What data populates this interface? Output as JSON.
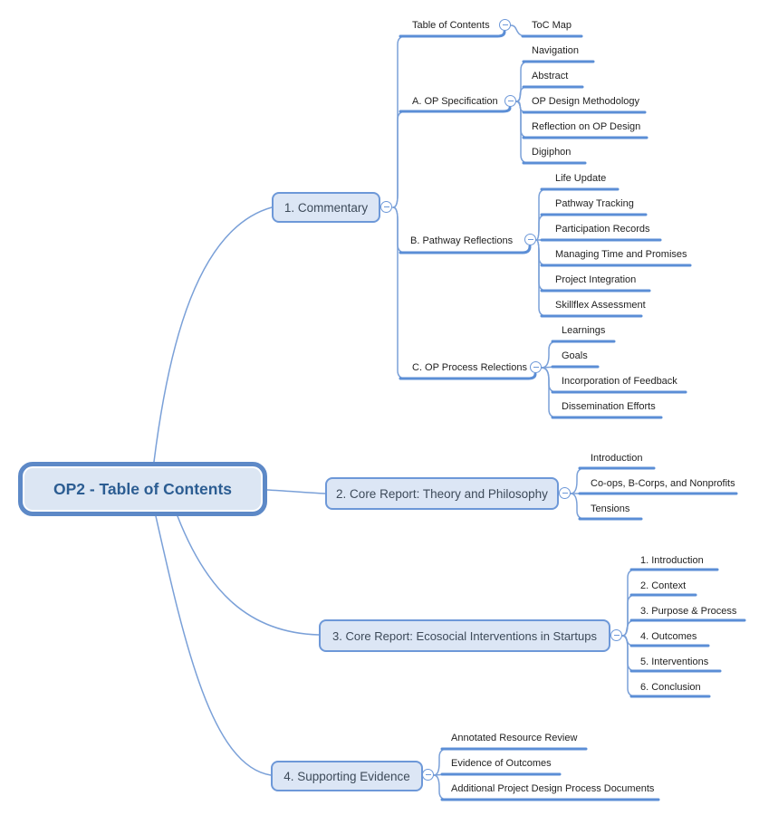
{
  "colors": {
    "branch_line": "#6d98d8",
    "underline": "#5b8ed6",
    "root_border": "#5d89c7",
    "root_fill": "#dce6f3",
    "topic_fill": "#dce6f5",
    "topic_border": "#6d98d8",
    "root_text": "#2c5d92",
    "topic_text": "#3d4a59",
    "label_text": "#1f1f1f"
  },
  "icons": {
    "collapse": "minus-circle"
  },
  "mindmap": {
    "root": {
      "label": "OP2 - Table of Contents"
    },
    "topics": [
      {
        "label": "1. Commentary",
        "children": [
          {
            "label": "Table of Contents",
            "children": [
              {
                "label": "ToC Map"
              }
            ]
          },
          {
            "label": "A. OP Specification",
            "children": [
              {
                "label": "Navigation"
              },
              {
                "label": "Abstract"
              },
              {
                "label": "OP Design Methodology"
              },
              {
                "label": "Reflection on OP Design"
              },
              {
                "label": "Digiphon"
              }
            ]
          },
          {
            "label": "B. Pathway Reflections",
            "children": [
              {
                "label": "Life Update"
              },
              {
                "label": "Pathway Tracking"
              },
              {
                "label": "Participation Records"
              },
              {
                "label": "Managing Time and Promises"
              },
              {
                "label": "Project Integration"
              },
              {
                "label": "Skillflex Assessment"
              }
            ]
          },
          {
            "label": "C. OP Process Relections",
            "children": [
              {
                "label": "Learnings"
              },
              {
                "label": "Goals"
              },
              {
                "label": "Incorporation of Feedback"
              },
              {
                "label": "Dissemination Efforts"
              }
            ]
          }
        ]
      },
      {
        "label": "2. Core Report: Theory and Philosophy",
        "children": [
          {
            "label": "Introduction"
          },
          {
            "label": "Co-ops, B-Corps, and Nonprofits"
          },
          {
            "label": "Tensions"
          }
        ]
      },
      {
        "label": "3. Core Report: Ecosocial Interventions in Startups",
        "children": [
          {
            "label": "1. Introduction"
          },
          {
            "label": "2. Context"
          },
          {
            "label": "3. Purpose & Process"
          },
          {
            "label": "4. Outcomes"
          },
          {
            "label": "5. Interventions"
          },
          {
            "label": "6. Conclusion"
          }
        ]
      },
      {
        "label": "4. Supporting Evidence",
        "children": [
          {
            "label": "Annotated Resource Review"
          },
          {
            "label": "Evidence of Outcomes"
          },
          {
            "label": "Additional Project Design Process Documents"
          }
        ]
      }
    ]
  }
}
